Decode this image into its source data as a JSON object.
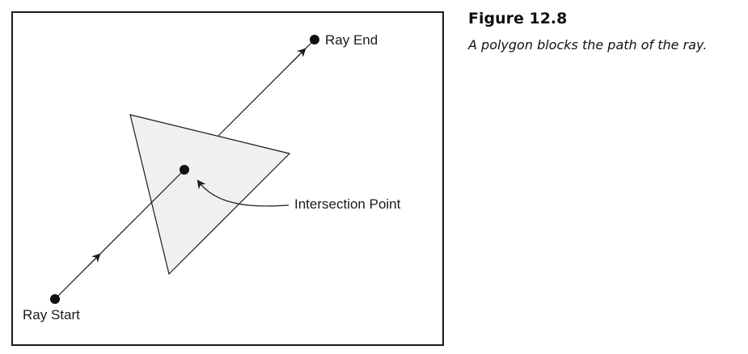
{
  "figure": {
    "number": "Figure 12.8",
    "caption": "A polygon blocks the path of the ray."
  },
  "diagram": {
    "ray_start_label": "Ray Start",
    "ray_end_label": "Ray End",
    "intersection_label": "Intersection Point",
    "polygon_fill": "#f0f0f0",
    "stroke_color": "#1a1a1a"
  }
}
